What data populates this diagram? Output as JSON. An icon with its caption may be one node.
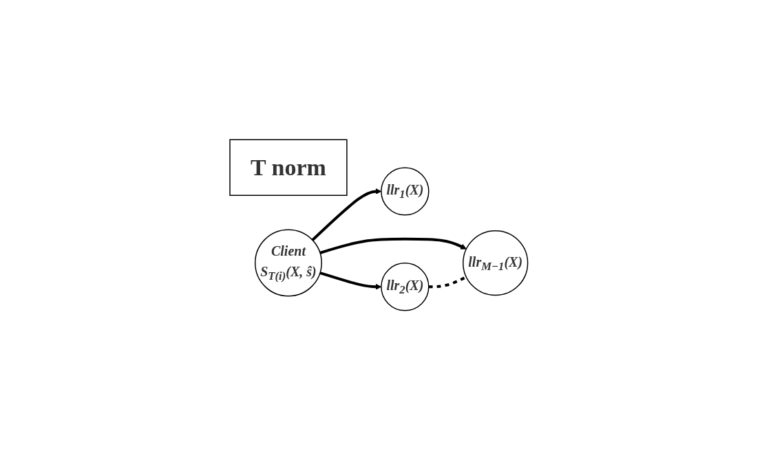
{
  "diagram": {
    "nodes": [
      {
        "text": [
          "T norm"
        ]
      },
      {
        "text": [
          "llr$_{1}$(X)"
        ]
      },
      {
        "text": [
          "llr$_{2}$(X)"
        ]
      },
      {
        "text": [
          "Client",
          "S$_{T(i)}$(X, ŝ)"
        ]
      },
      {
        "text": [
          "llr$_{M−1}$(X)"
        ]
      }
    ],
    "edges": [
      {
        "from": 3,
        "to": 1,
        "arrow": "to"
      },
      {
        "from": 3,
        "to": 2,
        "arrow": "to"
      },
      {
        "from": 3,
        "to": 4,
        "arrow": "to"
      },
      {
        "from": 2,
        "to": 4,
        "arrow": "none",
        "style": "dashed"
      }
    ]
  }
}
